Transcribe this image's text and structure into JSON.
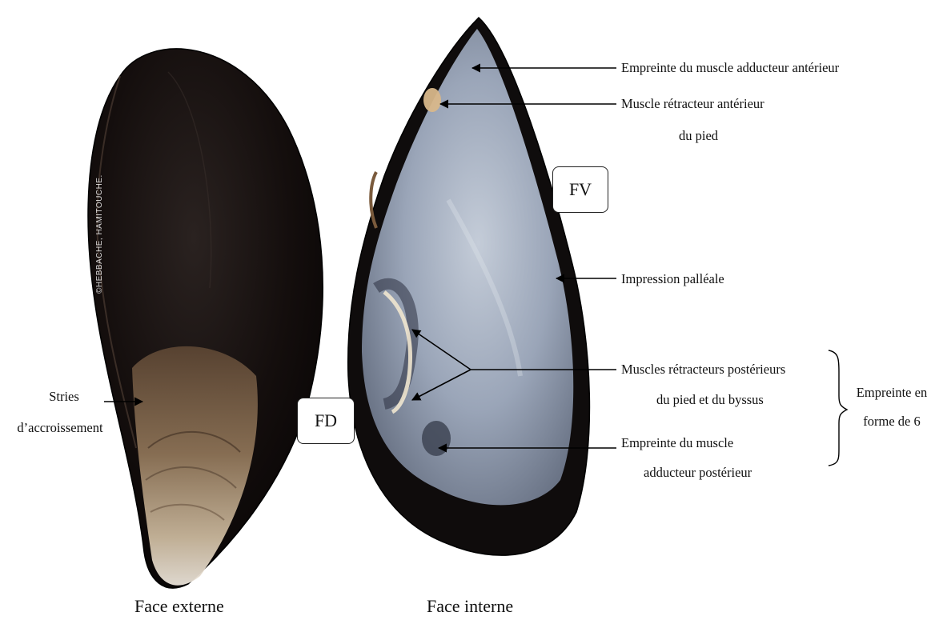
{
  "labels": {
    "adductor_anterior": "Empreinte du muscle adducteur  antérieur",
    "retractor_anterior_line1": "Muscle rétracteur antérieur",
    "retractor_anterior_line2": "du pied",
    "pallial": "Impression palléale",
    "retractor_posterior_line1": "Muscles rétracteurs postérieurs",
    "retractor_posterior_line2": "du pied et du byssus",
    "adductor_posterior_line1": "Empreinte du muscle",
    "adductor_posterior_line2": "adducteur postérieur",
    "six_line1": "Empreinte en",
    "six_line2": "forme de 6",
    "stries_line1": "Stries",
    "stries_line2": "d’accroissement"
  },
  "boxes": {
    "fv": "FV",
    "fd": "FD"
  },
  "captions": {
    "external": "Face externe",
    "internal": "Face interne"
  },
  "watermark": "©HEBBACHE, HAMITOUCHE.",
  "colors": {
    "shell_dark": "#120d0c",
    "nacre": "#a9b3c4",
    "umbo": "#b8a48a",
    "arrow": "#000000"
  }
}
